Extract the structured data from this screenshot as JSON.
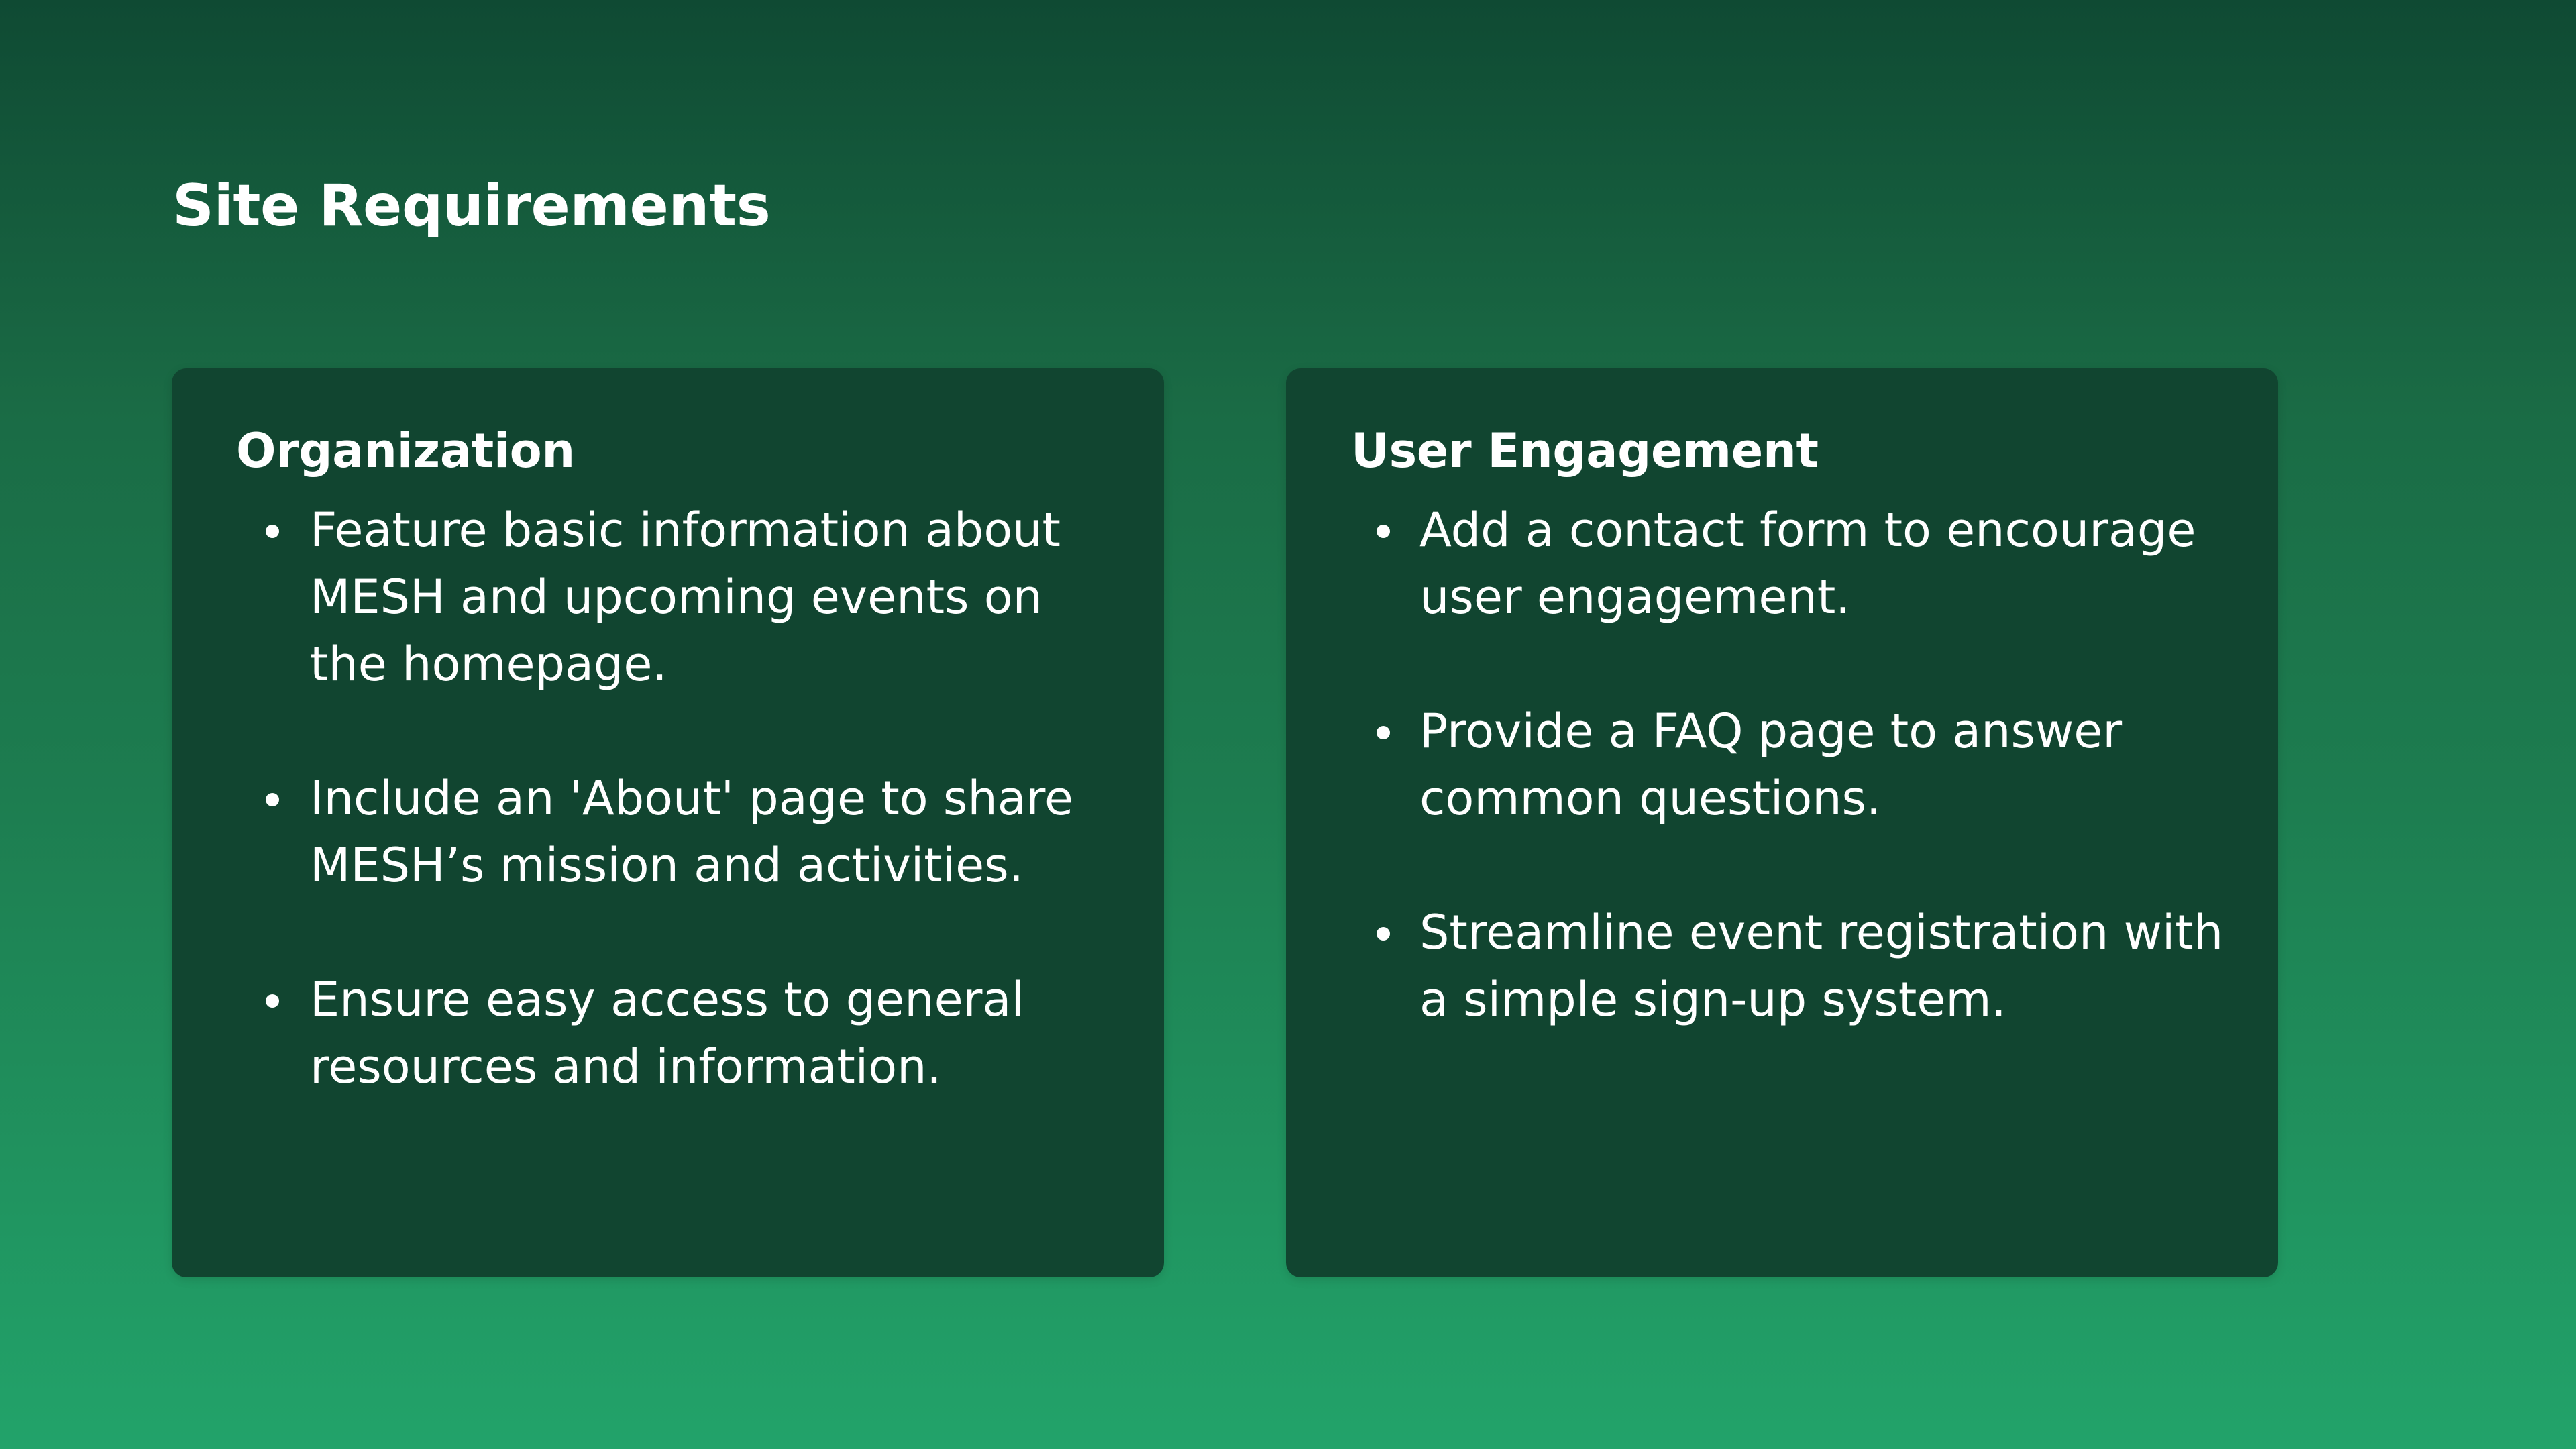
{
  "slide": {
    "title": "Site Requirements"
  },
  "cards": [
    {
      "heading": "Organization",
      "items": [
        "Feature basic information about MESH and upcoming events on the homepage.",
        "Include an 'About' page to share MESH’s mission and activities.",
        "Ensure easy access to general resources and information."
      ]
    },
    {
      "heading": "User Engagement",
      "items": [
        "Add a contact form to encourage user engagement.",
        "Provide a FAQ page to answer common questions.",
        "Streamline event registration with a simple sign-up system."
      ]
    }
  ],
  "colors": {
    "card_background": "#114530",
    "gradient_top": "#0f4a33",
    "gradient_bottom": "#22a36a",
    "text": "#ffffff"
  }
}
